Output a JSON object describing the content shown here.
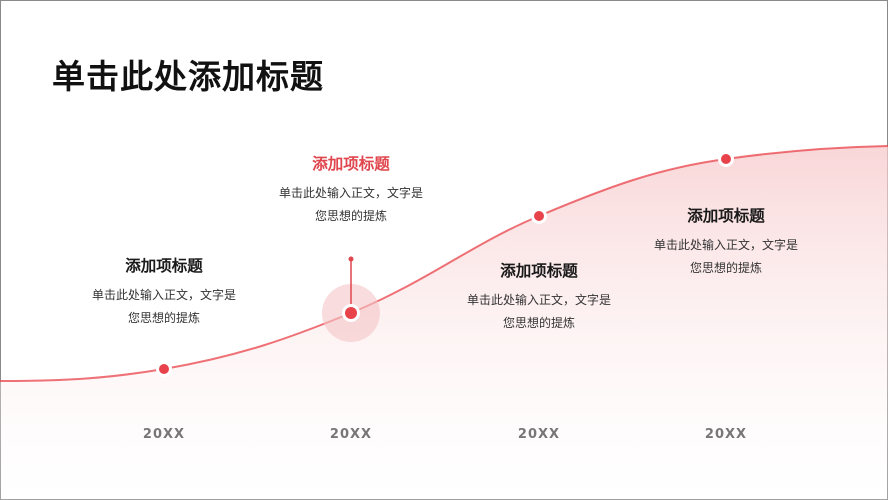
{
  "slide": {
    "title": "单击此处添加标题",
    "accent_color": "#e8434a",
    "items": [
      {
        "title": "添加项标题",
        "body_line1": "单击此处输入正文，文字是",
        "body_line2": "您思想的提炼",
        "year": "20XX"
      },
      {
        "title": "添加项标题",
        "body_line1": "单击此处输入正文，文字是",
        "body_line2": "您思想的提炼",
        "year": "20XX"
      },
      {
        "title": "添加项标题",
        "body_line1": "单击此处输入正文，文字是",
        "body_line2": "您思想的提炼",
        "year": "20XX"
      },
      {
        "title": "添加项标题",
        "body_line1": "单击此处输入正文，文字是",
        "body_line2": "您思想的提炼",
        "year": "20XX"
      }
    ]
  }
}
